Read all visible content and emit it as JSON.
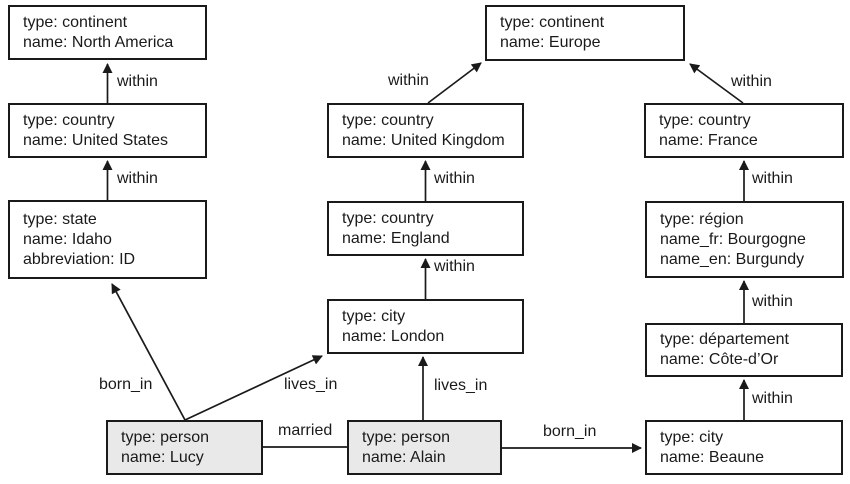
{
  "diagram": {
    "title": "property-graph-example",
    "colors": {
      "node_border": "#1a1a1a",
      "node_fill": "#ffffff",
      "person_fill": "#e9e9e9",
      "edge_stroke": "#1a1a1a",
      "text": "#1a1a1a",
      "background": "#ffffff"
    }
  },
  "nodes": {
    "north_america": {
      "lines": [
        "type: continent",
        "name: North America"
      ]
    },
    "europe": {
      "lines": [
        "type: continent",
        "name: Europe"
      ]
    },
    "united_states": {
      "lines": [
        "type: country",
        "name: United States"
      ]
    },
    "united_kingdom": {
      "lines": [
        "type: country",
        "name: United Kingdom"
      ]
    },
    "france": {
      "lines": [
        "type: country",
        "name: France"
      ]
    },
    "idaho": {
      "lines": [
        "type: state",
        "name: Idaho",
        "abbreviation: ID"
      ]
    },
    "england": {
      "lines": [
        "type: country",
        "name: England"
      ]
    },
    "bourgogne": {
      "lines": [
        "type: région",
        "name_fr: Bourgogne",
        "name_en: Burgundy"
      ]
    },
    "london": {
      "lines": [
        "type: city",
        "name: London"
      ]
    },
    "cote_dor": {
      "lines": [
        "type: département",
        "name: Côte-d’Or"
      ]
    },
    "lucy": {
      "lines": [
        "type: person",
        "name: Lucy"
      ]
    },
    "alain": {
      "lines": [
        "type: person",
        "name: Alain"
      ]
    },
    "beaune": {
      "lines": [
        "type: city",
        "name: Beaune"
      ]
    }
  },
  "edges": {
    "us_to_north_america": "within",
    "idaho_to_us": "within",
    "uk_to_europe": "within",
    "france_to_europe": "within",
    "england_to_uk": "within",
    "london_to_england": "within",
    "alain_to_london": "lives_in",
    "bourgogne_to_france": "within",
    "cotedor_to_bourgogne": "within",
    "beaune_to_cotedor": "within",
    "lucy_to_idaho": "born_in",
    "lucy_to_london": "lives_in",
    "lucy_alain": "married",
    "alain_to_beaune": "born_in"
  }
}
